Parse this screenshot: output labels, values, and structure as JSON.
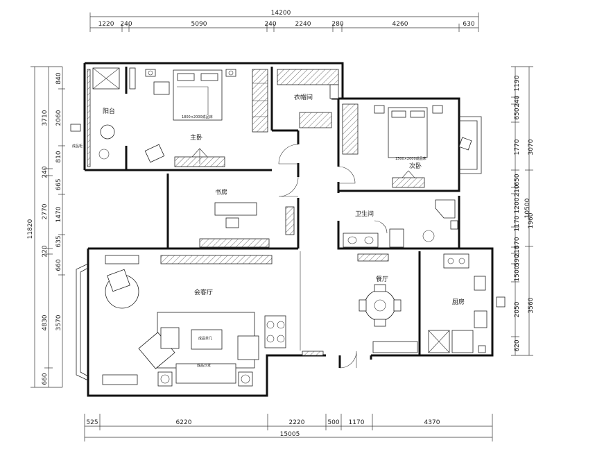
{
  "dimensions": {
    "top_total": "14200",
    "top_segments": [
      "1220",
      "240",
      "5090",
      "240",
      "2240",
      "280",
      "4260",
      "630"
    ],
    "bottom_total": "15005",
    "bottom_segments": [
      "525",
      "6220",
      "2220",
      "500",
      "1170",
      "4370"
    ],
    "left_total": "11820",
    "left_outer": [
      "3710",
      "240",
      "2770",
      "220",
      "4830",
      "660"
    ],
    "left_inner": [
      "840",
      "2060",
      "810",
      "665",
      "1470",
      "635",
      "660",
      "3570"
    ],
    "right_total": "10500",
    "right_outer": [
      "3070",
      "1960",
      "3560"
    ],
    "right_inner": [
      "1190",
      "240",
      "650",
      "1770",
      "650",
      "210",
      "1200",
      "1170",
      "570",
      "210",
      "590",
      "1500",
      "2050",
      "620"
    ]
  },
  "rooms": {
    "balcony": "阳台",
    "master_bedroom": "主卧",
    "walk_in_closet": "衣帽间",
    "second_bedroom": "次卧",
    "study": "书房",
    "bathroom": "卫生间",
    "living_room": "会客厅",
    "dining_room": "餐厅",
    "kitchen": "厨房"
  },
  "annotations": {
    "master_bed": "1800×2000成品床",
    "second_bed": "1500×2000成品床",
    "left_small_label": "成品柜",
    "coffee_table": "成品茶几",
    "sofa_label": "成品沙发"
  }
}
